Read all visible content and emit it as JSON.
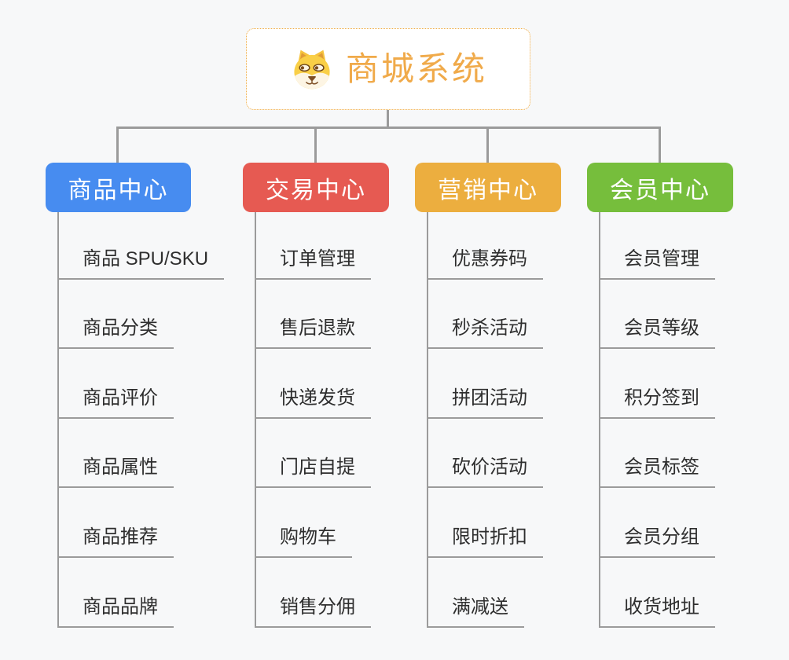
{
  "root": {
    "title": "商城系统",
    "icon": "shiba-dog-icon",
    "title_color": "#f0aa4a",
    "border_color": "#efa93c"
  },
  "colors": {
    "connector": "#9b9b9b",
    "item_text": "#2e2e2e",
    "background": "#f7f8f9"
  },
  "branches": [
    {
      "label": "商品中心",
      "color": "#478cf0",
      "items": [
        "商品 SPU/SKU",
        "商品分类",
        "商品评价",
        "商品属性",
        "商品推荐",
        "商品品牌"
      ]
    },
    {
      "label": "交易中心",
      "color": "#e65a52",
      "items": [
        "订单管理",
        "售后退款",
        "快递发货",
        "门店自提",
        "购物车",
        "销售分佣"
      ]
    },
    {
      "label": "营销中心",
      "color": "#ecae3f",
      "items": [
        "优惠券码",
        "秒杀活动",
        "拼团活动",
        "砍价活动",
        "限时折扣",
        "满减送"
      ]
    },
    {
      "label": "会员中心",
      "color": "#76be3c",
      "items": [
        "会员管理",
        "会员等级",
        "积分签到",
        "会员标签",
        "会员分组",
        "收货地址"
      ]
    }
  ]
}
